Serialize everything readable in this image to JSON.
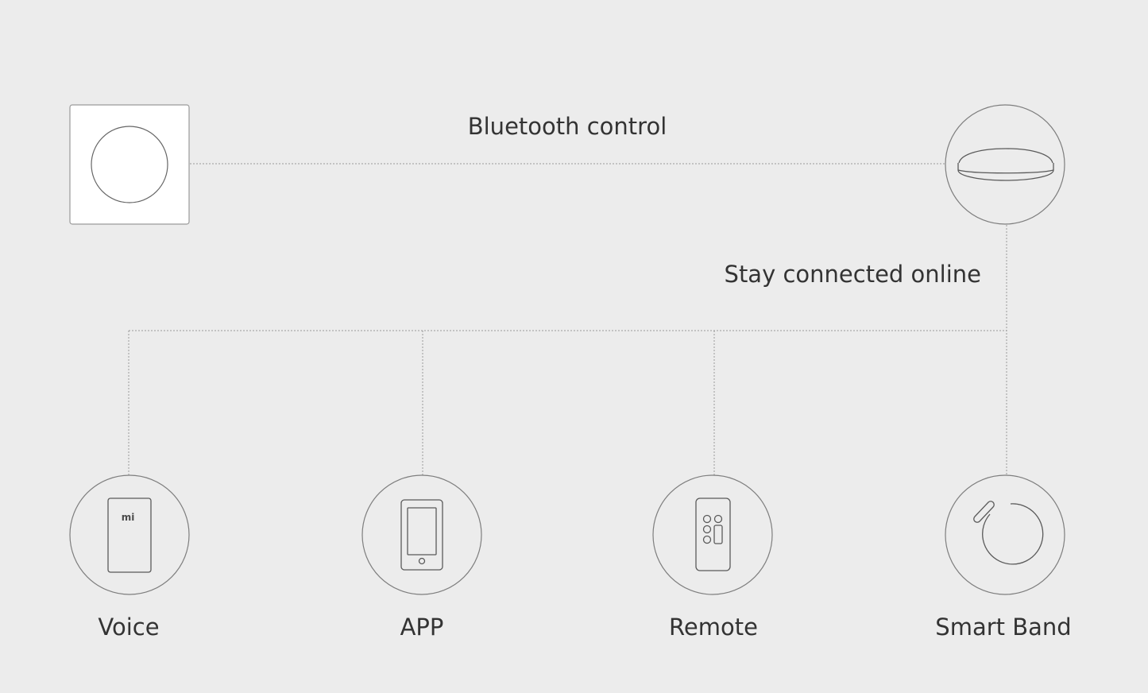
{
  "labels": {
    "bluetooth": "Bluetooth control",
    "online": "Stay connected online"
  },
  "hub": {
    "name": "ceiling-light"
  },
  "switch": {
    "name": "wall-switch"
  },
  "devices": [
    {
      "id": "voice",
      "label": "Voice",
      "icon": "mi-speaker-icon",
      "logo": "mi"
    },
    {
      "id": "app",
      "label": "APP",
      "icon": "smartphone-icon"
    },
    {
      "id": "remote",
      "label": "Remote",
      "icon": "remote-control-icon"
    },
    {
      "id": "band",
      "label": "Smart Band",
      "icon": "smart-band-icon"
    }
  ],
  "colors": {
    "background": "#ececec",
    "line": "#9a9a9a",
    "text": "#333333"
  }
}
